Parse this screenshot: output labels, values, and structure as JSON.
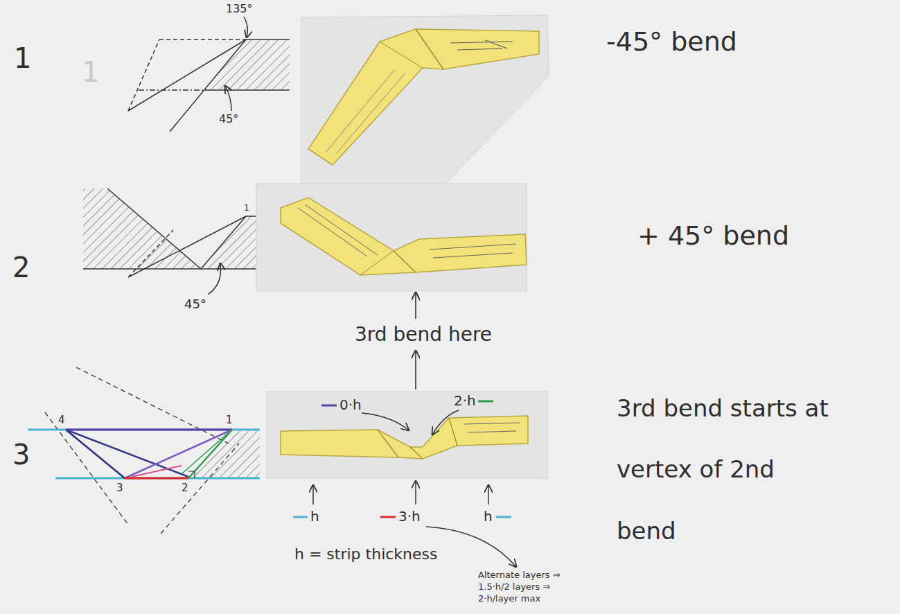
{
  "diagram": {
    "labels": [
      "1",
      "1",
      "135°",
      "45°",
      "-45° bend",
      "2",
      "1",
      "45°",
      "+ 45° bend",
      "3rd bend here",
      "3",
      "4",
      "1",
      "3",
      "2",
      "0·h",
      "2·h",
      "h",
      "3·h",
      "h",
      "h = strip thickness",
      "Alternate layers ⇒ 1.5·h/2 layers ⇒ 2·h/layer max",
      "3rd bend starts at vertex of 2nd bend"
    ]
  }
}
